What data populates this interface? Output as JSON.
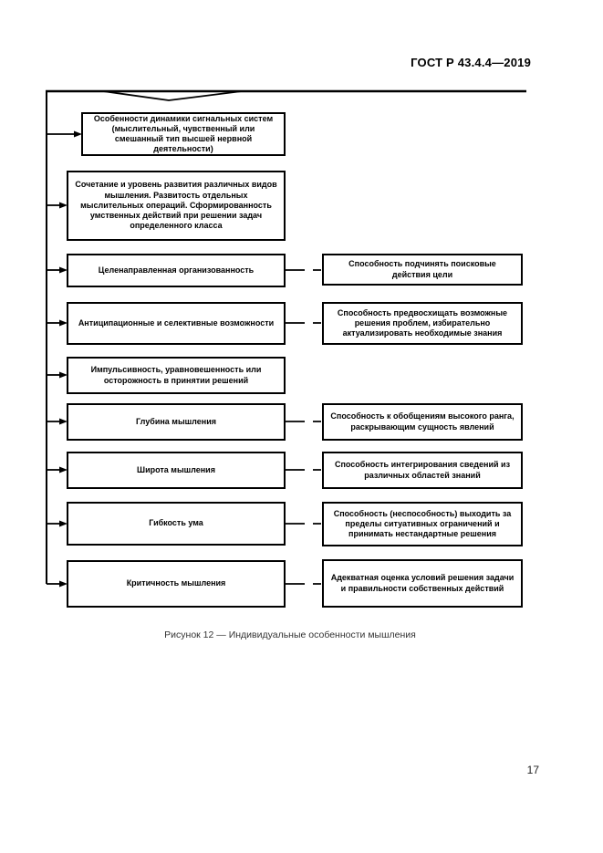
{
  "header": {
    "doc_code": "ГОСТ Р 43.4.4—2019"
  },
  "footer": {
    "page_number": "17"
  },
  "figure": {
    "caption": "Рисунок 12 — Индивидуальные особенности мышления",
    "rows": [
      {
        "left": "Особенности динамики сигнальных систем (мыслительный, чувственный или смешанный тип высшей нервной деятельности)"
      },
      {
        "left": "Сочетание и уровень развития различных видов мышления. Развитость отдельных мыслительных операций. Сформированность умственных действий при решении задач определенного класса"
      },
      {
        "left": "Целенаправленная организованность",
        "right": "Способность подчинять поисковые действия цели"
      },
      {
        "left": "Антиципационные и селективные возможности",
        "right": "Способность предвосхищать возможные решения проблем, избирательно актуализировать необходимые знания"
      },
      {
        "left": "Импульсивность, уравновешенность или осторожность в принятии решений"
      },
      {
        "left": "Глубина мышления",
        "right": "Способность к обобщениям высокого ранга, раскрывающим сущность явлений"
      },
      {
        "left": "Широта мышления",
        "right": "Способность интегрирования сведений из различных областей знаний"
      },
      {
        "left": "Гибкость ума",
        "right": "Способность (неспособность) выходить за пределы ситуативных ограничений и принимать нестандартные решения"
      },
      {
        "left": "Критичность мышления",
        "right": "Адекватная оценка условий решения задачи и правильности собственных действий"
      }
    ]
  },
  "colors": {
    "ink": "#000000",
    "paper": "#ffffff"
  }
}
